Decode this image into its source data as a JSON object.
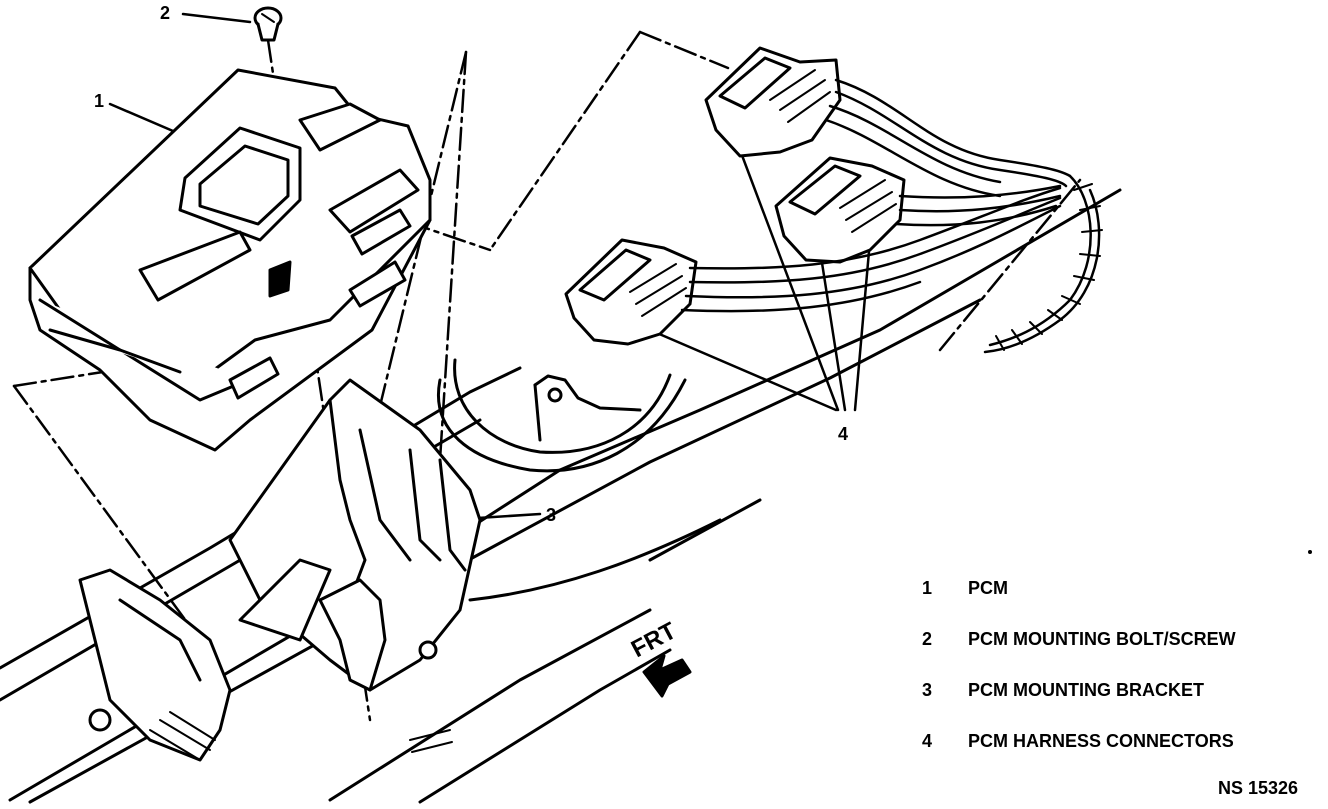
{
  "callouts": {
    "c1": "1",
    "c2": "2",
    "c3": "3",
    "c4": "4"
  },
  "legend": [
    {
      "num": "1",
      "label": "PCM"
    },
    {
      "num": "2",
      "label": "PCM MOUNTING BOLT/SCREW"
    },
    {
      "num": "3",
      "label": "PCM MOUNTING BRACKET"
    },
    {
      "num": "4",
      "label": "PCM HARNESS CONNECTORS"
    }
  ],
  "direction_label": "FRT",
  "figure_code": "NS 15326",
  "colors": {
    "ink": "#000000",
    "paper": "#ffffff"
  }
}
